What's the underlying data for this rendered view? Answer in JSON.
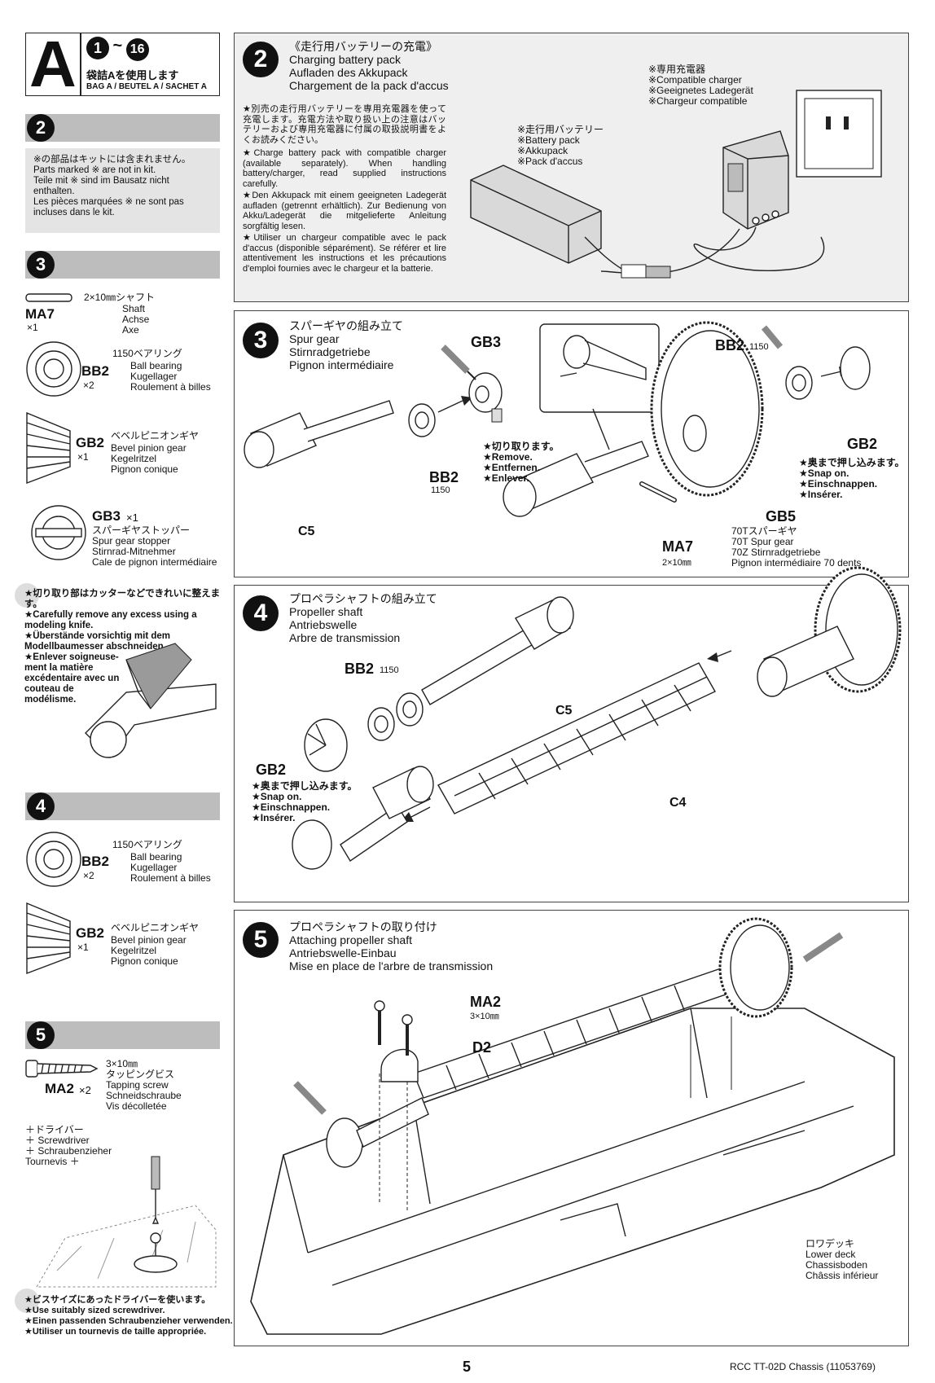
{
  "bag": {
    "letter": "A",
    "steps_from": "1",
    "tilde": "~",
    "steps_to": "16",
    "jp": "袋詰Aを使用します",
    "en": "BAG A / BEUTEL A / SACHET A"
  },
  "sidebar": {
    "s2": {
      "num": "2",
      "note": "※の部品はキットには含まれません。\nParts marked ※ are not in kit.\nTeile mit ※ sind im Bausatz nicht enthalten.\nLes pièces marquées ※ ne sont pas incluses dans le kit."
    },
    "s3": {
      "num": "3",
      "ma7_dims": "2×10㎜シャフト",
      "ma7_names": "Shaft\nAchse\nAxe",
      "ma7_code": "MA7",
      "ma7_qty": "×1",
      "bb2_dims": "1150ベアリング",
      "bb2_names": "Ball bearing\nKugellager\nRoulement à billes",
      "bb2_code": "BB2",
      "bb2_qty": "×2",
      "gb2_jp": "ベベルピニオンギヤ",
      "gb2_names": "Bevel pinion gear\nKegelritzel\nPignon conique",
      "gb2_code": "GB2",
      "gb2_qty": "×1",
      "gb3_code": "GB3",
      "gb3_qty": "×1",
      "gb3_names": "スパーギヤストッパー\nSpur gear stopper\nStirnrad-Mitnehmer\nCale de pignon intermédiaire"
    },
    "knife_note": "★切り取り部はカッターなどできれいに整えます。\n★Carefully remove any excess using a modeling knife.\n★Überstände vorsichtig mit dem Modellbaumesser abschneiden.\n★Enlever soigneuse-\nment la matière\nexcédentaire avec un\ncouteau de\nmodélisme.",
    "s4": {
      "num": "4",
      "bb2_dims": "1150ベアリング",
      "bb2_names": "Ball bearing\nKugellager\nRoulement à billes",
      "bb2_code": "BB2",
      "bb2_qty": "×2",
      "gb2_jp": "ベベルピニオンギヤ",
      "gb2_names": "Bevel pinion gear\nKegelritzel\nPignon conique",
      "gb2_code": "GB2",
      "gb2_qty": "×1"
    },
    "s5": {
      "num": "5",
      "ma2_names": "3×10㎜\nタッピングビス\nTapping screw\nSchneidschraube\nVis décolletée",
      "ma2_code": "MA2",
      "ma2_qty": "×2",
      "driver": "＋ドライバー\n＋ Screwdriver\n＋ Schraubenzieher\nTournevis ＋",
      "driver_note": "★ビスサイズにあったドライバーを使います。\n★Use suitably sized screwdriver.\n★Einen passenden Schraubenzieher verwenden.\n★Utiliser un tournevis de taille appropriée."
    }
  },
  "step2": {
    "num": "2",
    "title": "《走行用バッテリーの充電》\nCharging battery pack\nAufladen des Akkupack\nChargement de la pack d'accus",
    "body_jp": "★別売の走行用バッテリーを専用充電器を使って充電します。充電方法や取り扱い上の注意はバッテリーおよび専用充電器に付属の取扱説明書をよくお読みください。",
    "body_en": "★Charge battery pack with compatible charger (available separately). When handling battery/charger, read supplied instructions carefully.",
    "body_de": "★Den Akkupack mit einem geeigneten Ladegerät aufladen (getrennt erhältlich). Zur Bedienung von Akku/Ladegerät die mitgelieferte Anleitung sorgfältig lesen.",
    "body_fr": "★Utiliser un chargeur compatible avec le pack d'accus (disponible séparément). Se référer et lire attentivement les instructions et les précautions d'emploi fournies avec le chargeur et la batterie.",
    "charger": "※専用充電器\n※Compatible charger\n※Geeignetes Ladegerät\n※Chargeur compatible",
    "battery": "※走行用バッテリー\n※Battery pack\n※Akkupack\n※Pack d'accus"
  },
  "step3": {
    "num": "3",
    "title": "スパーギヤの組み立て\nSpur gear\nStirnradgetriebe\nPignon intermédiaire",
    "gb3": "GB3",
    "bb2_left": "BB2",
    "bb2_left_num": "1150",
    "bb2_right": "BB2",
    "bb2_right_num": "1150",
    "gb2": "GB2",
    "c5": "C5",
    "remove": "★切り取ります。\n★Remove.\n★Entfernen.\n★Enlever.",
    "snap": "★奥まで押し込みます。\n★Snap on.\n★Einschnappen.\n★Insérer.",
    "gb5": "GB5",
    "gb5_desc": "70Tスパーギヤ\n70T Spur gear\n70Z Stirnradgetriebe\nPignon intermédiaire 70 dents",
    "ma7": "MA7",
    "ma7_dims": "2×10㎜"
  },
  "step4": {
    "num": "4",
    "title": "プロペラシャフトの組み立て\nPropeller shaft\nAntriebswelle\nArbre de transmission",
    "bb2": "BB2",
    "bb2_num": "1150",
    "c5": "C5",
    "c4": "C4",
    "gb2": "GB2",
    "snap": "★奥まで押し込みます。\n★Snap on.\n★Einschnappen.\n★Insérer."
  },
  "step5": {
    "num": "5",
    "title": "プロペラシャフトの取り付け\nAttaching propeller shaft\nAntriebswelle-Einbau\nMise en place de l'arbre de transmission",
    "ma2": "MA2",
    "ma2_dims": "3×10㎜",
    "d2": "D2",
    "deck": "ロワデッキ\nLower deck\nChassisboden\nChâssis inférieur"
  },
  "footer": {
    "page": "5",
    "model": "RCC TT-02D Chassis (11053769)"
  }
}
